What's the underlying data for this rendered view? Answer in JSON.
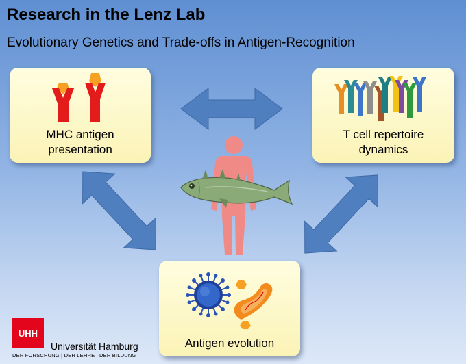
{
  "slide": {
    "title": "Research in the Lenz Lab",
    "subtitle": "Evolutionary Genetics and Trade-offs in Antigen-Recognition"
  },
  "boxes": {
    "mhc": {
      "line1": "MHC antigen",
      "line2": "presentation"
    },
    "tcell": {
      "line1": "T cell repertoire",
      "line2": "dynamics"
    },
    "antigen": {
      "label": "Antigen evolution"
    }
  },
  "logo": {
    "mark": "UHH",
    "wordmark": "Universität Hamburg",
    "tagline": "DER FORSCHUNG | DER LEHRE | DER BILDUNG"
  },
  "colors": {
    "arrow": "#4f7fbf",
    "mhc_red": "#e31b1b",
    "peptide_orange": "#f6a123",
    "human_figure": "#f08a86",
    "fish": "#8aaa78",
    "virus": "#2a54b8",
    "bacterium": "#f38a1e",
    "brand_red": "#e3051b"
  }
}
